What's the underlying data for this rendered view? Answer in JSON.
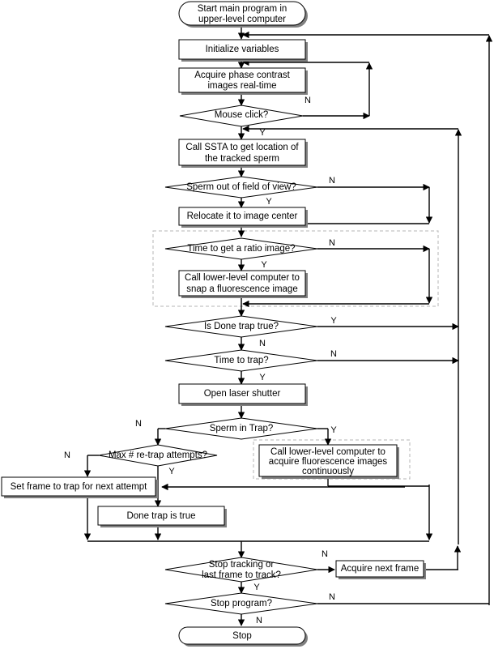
{
  "diagram": {
    "title": "Sperm tracking and trapping program flowchart",
    "colors": {
      "node_fill": "#ffffff",
      "node_stroke": "#000000",
      "shadow": "#808080",
      "group_border": "#b5b5b5",
      "edge": "#000000",
      "background": "#ffffff"
    },
    "nodes": {
      "start": {
        "label_line1": "Start main program in",
        "label_line2": "upper-level computer",
        "shape": "terminator"
      },
      "init": {
        "label_line1": "Initialize variables",
        "shape": "process"
      },
      "acquire_phase": {
        "label_line1": "Acquire phase contrast",
        "label_line2": "images real-time",
        "shape": "process"
      },
      "mouse_click": {
        "label_line1": "Mouse click?",
        "shape": "decision"
      },
      "call_ssta": {
        "label_line1": "Call SSTA to get location of",
        "label_line2": "the tracked sperm",
        "shape": "process"
      },
      "sperm_out": {
        "label_line1": "Sperm out of field of view?",
        "shape": "decision"
      },
      "relocate": {
        "label_line1": "Relocate it to image center",
        "shape": "process"
      },
      "ratio_time": {
        "label_line1": "Time to get a ratio image?",
        "shape": "decision"
      },
      "snap_fluor": {
        "label_line1": "Call lower-level computer to",
        "label_line2": "snap a fluorescence image",
        "shape": "process"
      },
      "done_trap_true": {
        "label_line1": "Is Done trap true?",
        "shape": "decision"
      },
      "time_to_trap": {
        "label_line1": "Time to trap?",
        "shape": "decision"
      },
      "open_shutter": {
        "label_line1": "Open laser shutter",
        "shape": "process"
      },
      "sperm_in_trap": {
        "label_line1": "Sperm in Trap?",
        "shape": "decision"
      },
      "max_retrap": {
        "label_line1": "Max # re-trap attempts?",
        "shape": "decision"
      },
      "acquire_fluor_cont": {
        "label_line1": "Call lower-level computer to",
        "label_line2": "acquire fluorescence images",
        "label_line3": "continuously",
        "shape": "process"
      },
      "set_frame": {
        "label_line1": "Set frame to trap for next attempt",
        "shape": "process"
      },
      "done_trap_is_true": {
        "label_line1": "Done trap is true",
        "shape": "process"
      },
      "stop_tracking": {
        "label_line1": "Stop tracking or",
        "label_line2": "last frame to track?",
        "shape": "decision"
      },
      "acquire_next": {
        "label_line1": "Acquire next frame",
        "shape": "process"
      },
      "stop_program": {
        "label_line1": "Stop program?",
        "shape": "decision"
      },
      "stop": {
        "label_line1": "Stop",
        "shape": "terminator"
      }
    },
    "edge_labels": {
      "mouse_click_no": "N",
      "mouse_click_yes": "Y",
      "sperm_out_no": "N",
      "sperm_out_yes": "Y",
      "ratio_time_no": "N",
      "ratio_time_yes": "Y",
      "done_trap_yes": "Y",
      "done_trap_no": "N",
      "time_to_trap_no": "N",
      "time_to_trap_yes": "Y",
      "sperm_in_trap_no": "N",
      "sperm_in_trap_yes": "Y",
      "max_retrap_no": "N",
      "max_retrap_yes": "Y",
      "stop_tracking_no": "N",
      "stop_tracking_yes": "Y",
      "stop_program_no": "N",
      "stop_program_yes": "N"
    }
  }
}
